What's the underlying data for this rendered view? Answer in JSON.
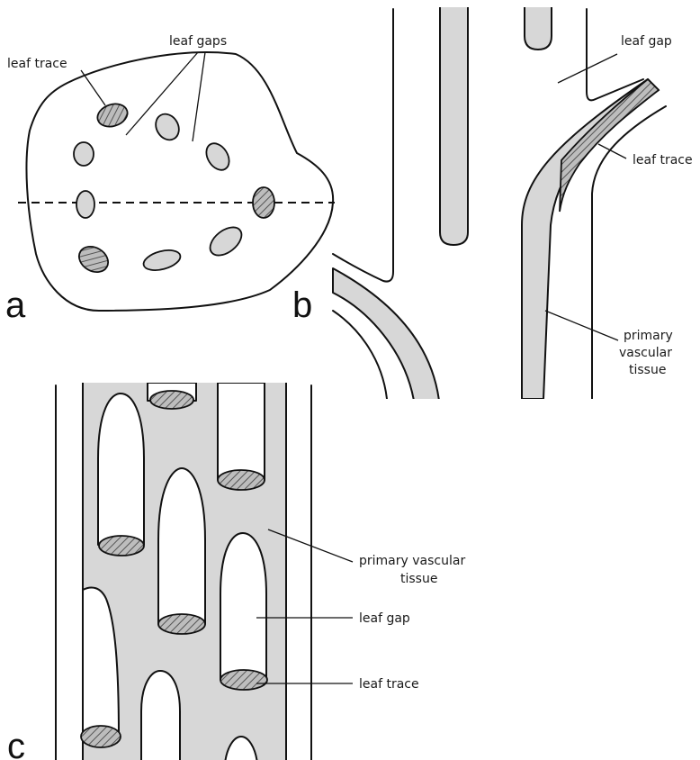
{
  "panels": {
    "a": {
      "letter": "a",
      "labels": {
        "leaf_trace": "leaf trace",
        "leaf_gaps": "leaf gaps"
      }
    },
    "b": {
      "letter": "b",
      "labels": {
        "leaf_gap": "leaf gap",
        "leaf_trace": "leaf trace",
        "primary_vascular_1": "primary",
        "primary_vascular_2": "vascular",
        "primary_vascular_3": "tissue"
      }
    },
    "c": {
      "letter": "c",
      "labels": {
        "primary_vascular_1": "primary vascular",
        "primary_vascular_2": "tissue",
        "leaf_gap": "leaf gap",
        "leaf_trace": "leaf trace"
      }
    }
  },
  "colors": {
    "tissue_fill": "#d7d7d7",
    "trace_hatch": "#555555",
    "outline": "#111111"
  }
}
